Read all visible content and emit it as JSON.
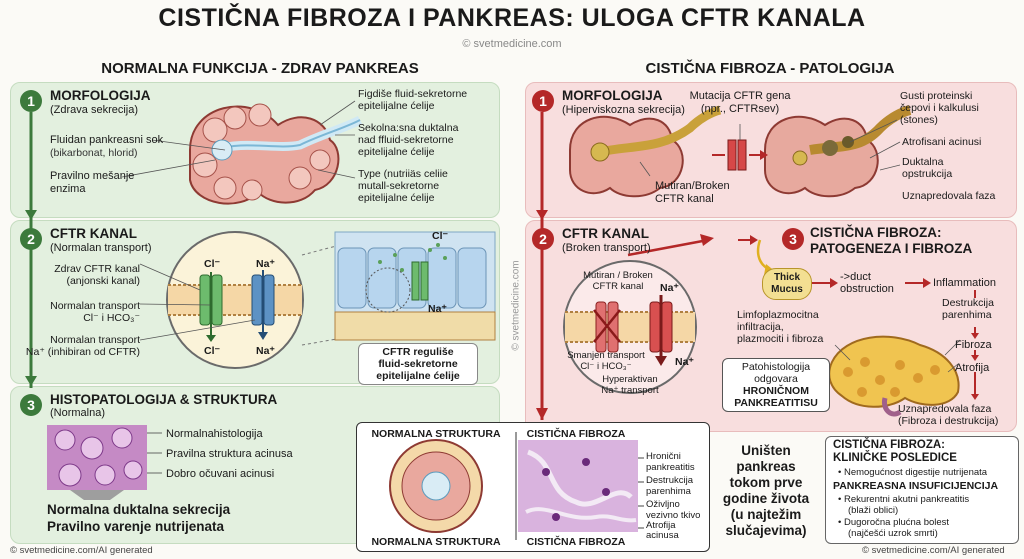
{
  "title": "CISTIČNA FIBROZA I PANKREAS: ULOGA CFTR KANALA",
  "watermark": "© svetmedicine.com",
  "left_header": "NORMALNA FUNKCIJA - ZDRAV PANKREAS",
  "right_header": "CISTIČNA FIBROZA - PATOLOGIJA",
  "left": {
    "s1": {
      "num": "1",
      "title": "MORFOLOGIJA",
      "sub": "(Zdrava sekrecija)",
      "lbl_juice": "Fluidan pankreasni sok",
      "lbl_juice2": "(bikarbonat, hlorid)",
      "lbl_mix": "Pravilno mešanje",
      "lbl_mix2": "enzima",
      "lbl_r1a": "Figdiše fluid-sekretorne",
      "lbl_r1b": "epitelijalne ćelije",
      "lbl_r2a": "Sekolna:sna duktalna",
      "lbl_r2b": "nad ffluid-sekretorne",
      "lbl_r2c": "epitelijalne ćelije",
      "lbl_r3a": "Type (nutriiäs celiie",
      "lbl_r3b": "mutall-sekretorne",
      "lbl_r3c": "epitelijalne ćelije"
    },
    "s2": {
      "num": "2",
      "title": "CFTR KANAL",
      "sub": "(Normalan transport)",
      "l1a": "Zdrav CFTR kanal",
      "l1b": "(anjonski kanal)",
      "l2a": "Normalan transport",
      "l2b": "Cl⁻ i HCO₃⁻",
      "l3a": "Normalan transport",
      "l3b": "Na⁺ (inhibiran od CFTR)",
      "cl": "Cl⁻",
      "na": "Na⁺",
      "box_a": "CFTR reguliše",
      "box_b": "fluid-sekretorne",
      "box_c": "epitelijalne ćelije"
    },
    "s3": {
      "num": "3",
      "title": "HISTOPATOLOGIJA & STRUKTURA",
      "sub": "(Normalna)",
      "l1": "Normalnahistologija",
      "l2": "Pravilna struktura acinusa",
      "l3": "Dobro očuvani acinusi",
      "bottom1": "Normalna duktalna sekrecija",
      "bottom2": "Pravilno varenje nutrijenata"
    }
  },
  "right": {
    "s1": {
      "num": "1",
      "title": "MORFOLOGIJA",
      "sub": "(Hiperviskozna sekrecija)",
      "mut_a": "Mutacija CFTR gena",
      "mut_b": "(npr., CFTRsev)",
      "broken_a": "Mutiran/Broken",
      "broken_b": "CFTR kanal",
      "r1a": "Gusti proteinski",
      "r1b": "čepovi i kalkulusi",
      "r1c": "(stones)",
      "r2": "Atrofisani acinusi",
      "r3a": "Duktalna",
      "r3b": "opstrukcija",
      "r4": "Uznapredovala faza"
    },
    "s2": {
      "num": "2",
      "title": "CFTR KANAL",
      "sub": "(Broken transport)",
      "mut_a": "Mutiran / Broken",
      "mut_b": "CFTR kanal",
      "na": "Na⁺",
      "l1a": "Smanjen transport",
      "l1b": "Cl⁻ i HCO₃⁻",
      "l2a": "Hyperaktivan",
      "l2b": "Na⁺ transport"
    },
    "s3": {
      "num": "3",
      "title1": "CISTIČNA FIBROZA:",
      "title2": "PATOGENEZA I FIBROZA",
      "thick1": "Thick",
      "thick2": "Mucus",
      "duct1": "->duct",
      "duct2": "obstruction",
      "inflam": "Inflammation",
      "limfo1": "Limfoplazmocitna",
      "limfo2": "infiltracija,",
      "limfo3": "plazmociti i fibroza",
      "destr1": "Destrukcija",
      "destr2": "parenhima",
      "fibroza": "Fibroza",
      "atrofija": "Atrofija",
      "patho1": "Patohistologija",
      "patho2": "odgovara",
      "patho3": "HRONIČNOM",
      "patho4": "PANKREATITISU",
      "adv1": "Uznapredovala faza",
      "adv2": "(Fibroza i destrukcija)"
    }
  },
  "compare": {
    "left_title": "NORMALNA STRUKTURA",
    "right_title": "CISTIČNA FIBROZA",
    "left_bottom": "NORMALNA STRUKTURA",
    "right_bottom": "CISTIČNA FIBROZA",
    "l1a": "Hronični",
    "l1b": "pankreatitis",
    "l2a": "Destrukcija",
    "l2b": "parenhima",
    "l3a": "Oživljno",
    "l3b": "vezivno tkivo",
    "l4a": "Atrofija",
    "l4b": "acinusa"
  },
  "destroyed": [
    "Uništen",
    "pankreas",
    "tokom prve",
    "godine života",
    "(u najtežim",
    "slučajevima)"
  ],
  "clinical": {
    "title1": "CISTIČNA FIBROZA:",
    "title2": "KLINIČKE POSLEDICE",
    "b1": "• Nemogućnost digestije nutrijenata",
    "insuf": "PANKREASNA INSUFICIJENCIJA",
    "b2a": "• Rekurentni akutni pankreatitis",
    "b2b": "(blaži oblici)",
    "b3a": "• Dugoročna plućna bolest",
    "b3b": "(najčešći uzrok smrti)"
  },
  "vertical_watermark": "© svetmedicine.com",
  "footer_left": "© svetmedicine.com/AI generated",
  "footer_right": "© svetmedicine.com/AI generated"
}
